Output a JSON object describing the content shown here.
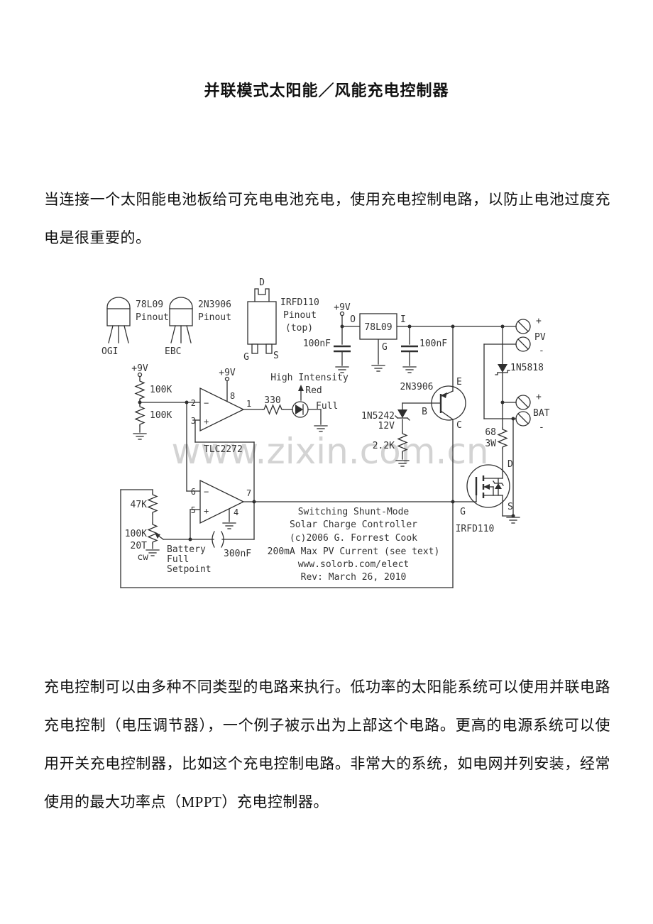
{
  "document": {
    "title": "并联模式太阳能／风能充电控制器",
    "para1": "当连接一个太阳能电池板给可充电电池充电，使用充电控制电路，以防止电池过度充电是很重要的。",
    "para2": "充电控制可以由多种不同类型的电路来执行。低功率的太阳能系统可以使用并联电路充电控制（电压调节器），一个例子被示出为上部这个电路。更高的电源系统可以使用开关充电控制器，比如这个充电控制电路。非常大的系统，如电网并列安装，经常使用的最大功率点（MPPT）充电控制器。"
  },
  "schematic": {
    "watermark": "www.zixin.com.cn",
    "pinout1": {
      "part": "78L09",
      "caption": "Pinout",
      "pins": "OGI"
    },
    "pinout2": {
      "part": "2N3906",
      "caption": "Pinout",
      "pins": "EBC"
    },
    "pinout3": {
      "part": "IRFD110",
      "caption": "Pinout",
      "view": "(top)",
      "pin_d": "D",
      "pin_g": "G",
      "pin_s": "S"
    },
    "supply": {
      "v9": "+9V",
      "regulator": "78L09",
      "reg_in": "I",
      "reg_out": "O",
      "reg_gnd": "G",
      "cap1": "100nF",
      "cap2": "100nF"
    },
    "divider": {
      "r1": "100K",
      "r2": "100K"
    },
    "opamp": {
      "ic": "TLC2272",
      "pin1": "1",
      "pin2": "2",
      "pin3": "3",
      "pin4": "4",
      "pin5": "5",
      "pin6": "6",
      "pin7": "7",
      "pin8": "8",
      "minus": "−",
      "plus": "+"
    },
    "led": {
      "r": "330",
      "l1": "High Intensity",
      "l2": "Red",
      "l3": "Full"
    },
    "setpoint": {
      "r": "47K",
      "pot": "100K",
      "turns": "20T",
      "cw": "cw",
      "l1": "Battery",
      "l2": "Full",
      "l3": "Setpoint",
      "cap": "300nF"
    },
    "driver": {
      "part": "2N3906",
      "e": "E",
      "b": "B",
      "c": "C",
      "zener": "1N5242",
      "zv": "12V",
      "r": "2.2K"
    },
    "outputs": {
      "diode": "1N5818",
      "pv": "PV",
      "bat": "BAT",
      "plus": "+",
      "minus": "-"
    },
    "shunt": {
      "r": "68",
      "rw": "3W",
      "part": "IRFD110",
      "d": "D",
      "g": "G",
      "s": "S"
    },
    "block": [
      "Switching Shunt-Mode",
      "Solar Charge Controller",
      "(c)2006 G. Forrest Cook",
      "200mA Max PV Current (see text)",
      "www.solorb.com/elect",
      "Rev: March 26, 2010"
    ]
  }
}
